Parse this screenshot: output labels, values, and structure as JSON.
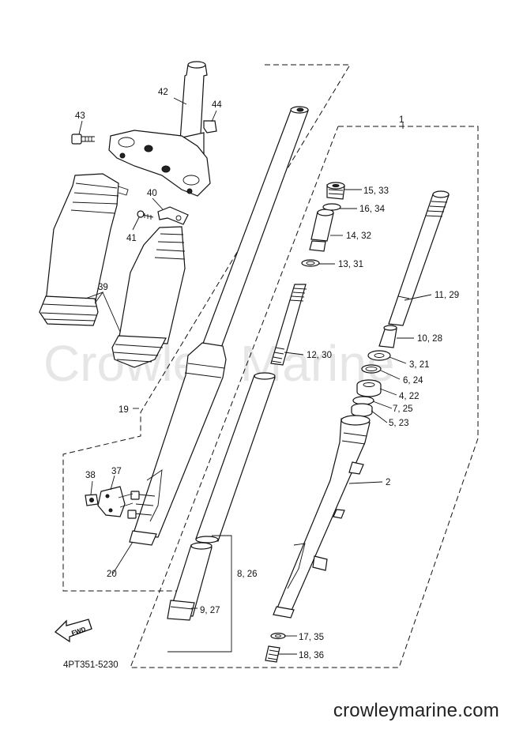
{
  "watermark": "Crowley Marine",
  "diagram_code": "4PT351-5230",
  "fwd_label": "FWD",
  "footer_site": "crowleymarine.com",
  "callouts": {
    "c1": "1",
    "c2": "2",
    "c3_21": "3, 21",
    "c4_22": "4, 22",
    "c5_23": "5, 23",
    "c6_24": "6, 24",
    "c7_25": "7, 25",
    "c8_26": "8, 26",
    "c9_27": "9, 27",
    "c10_28": "10, 28",
    "c11_29": "11, 29",
    "c12_30": "12, 30",
    "c13_31": "13, 31",
    "c14_32": "14, 32",
    "c15_33": "15, 33",
    "c16_34": "16, 34",
    "c17_35": "17, 35",
    "c18_36": "18, 36",
    "c19": "19",
    "c20": "20",
    "c37": "37",
    "c38": "38",
    "c39": "39",
    "c40": "40",
    "c41": "41",
    "c42": "42",
    "c43": "43",
    "c44": "44"
  }
}
